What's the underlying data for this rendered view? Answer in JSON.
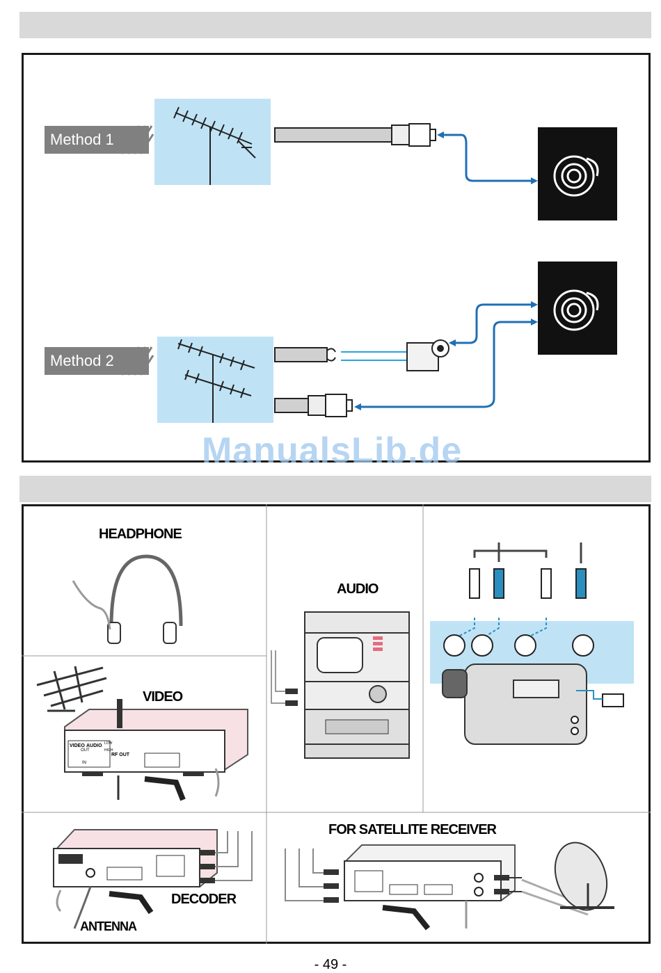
{
  "sections": {
    "antenna": {
      "method1_label": "Method 1",
      "method2_label": "Method 2"
    },
    "connections": {
      "headphone_label": "HEADPHONE",
      "audio_label": "AUDIO",
      "video_label": "VIDEO",
      "decoder_label": "DECODER",
      "antenna_label": "ANTENNA",
      "satellite_label": "FOR SATELLITE RECEIVER",
      "vcr_video_text": "VIDEO",
      "vcr_audio_text": "AUDIO",
      "vcr_out_text": "OUT",
      "vcr_in_text": "IN",
      "vcr_rf_out_text": "RF OUT",
      "vcr_low_text": "LOW",
      "vcr_high_text": "HIGH"
    }
  },
  "watermark": "ManualsLib.de",
  "page_number": "- 49 -",
  "colors": {
    "header_bar": "#d9d9d9",
    "sky": "#bfe3f5",
    "cable_blue": "#1f6fb5",
    "label_grey": "#808080"
  }
}
